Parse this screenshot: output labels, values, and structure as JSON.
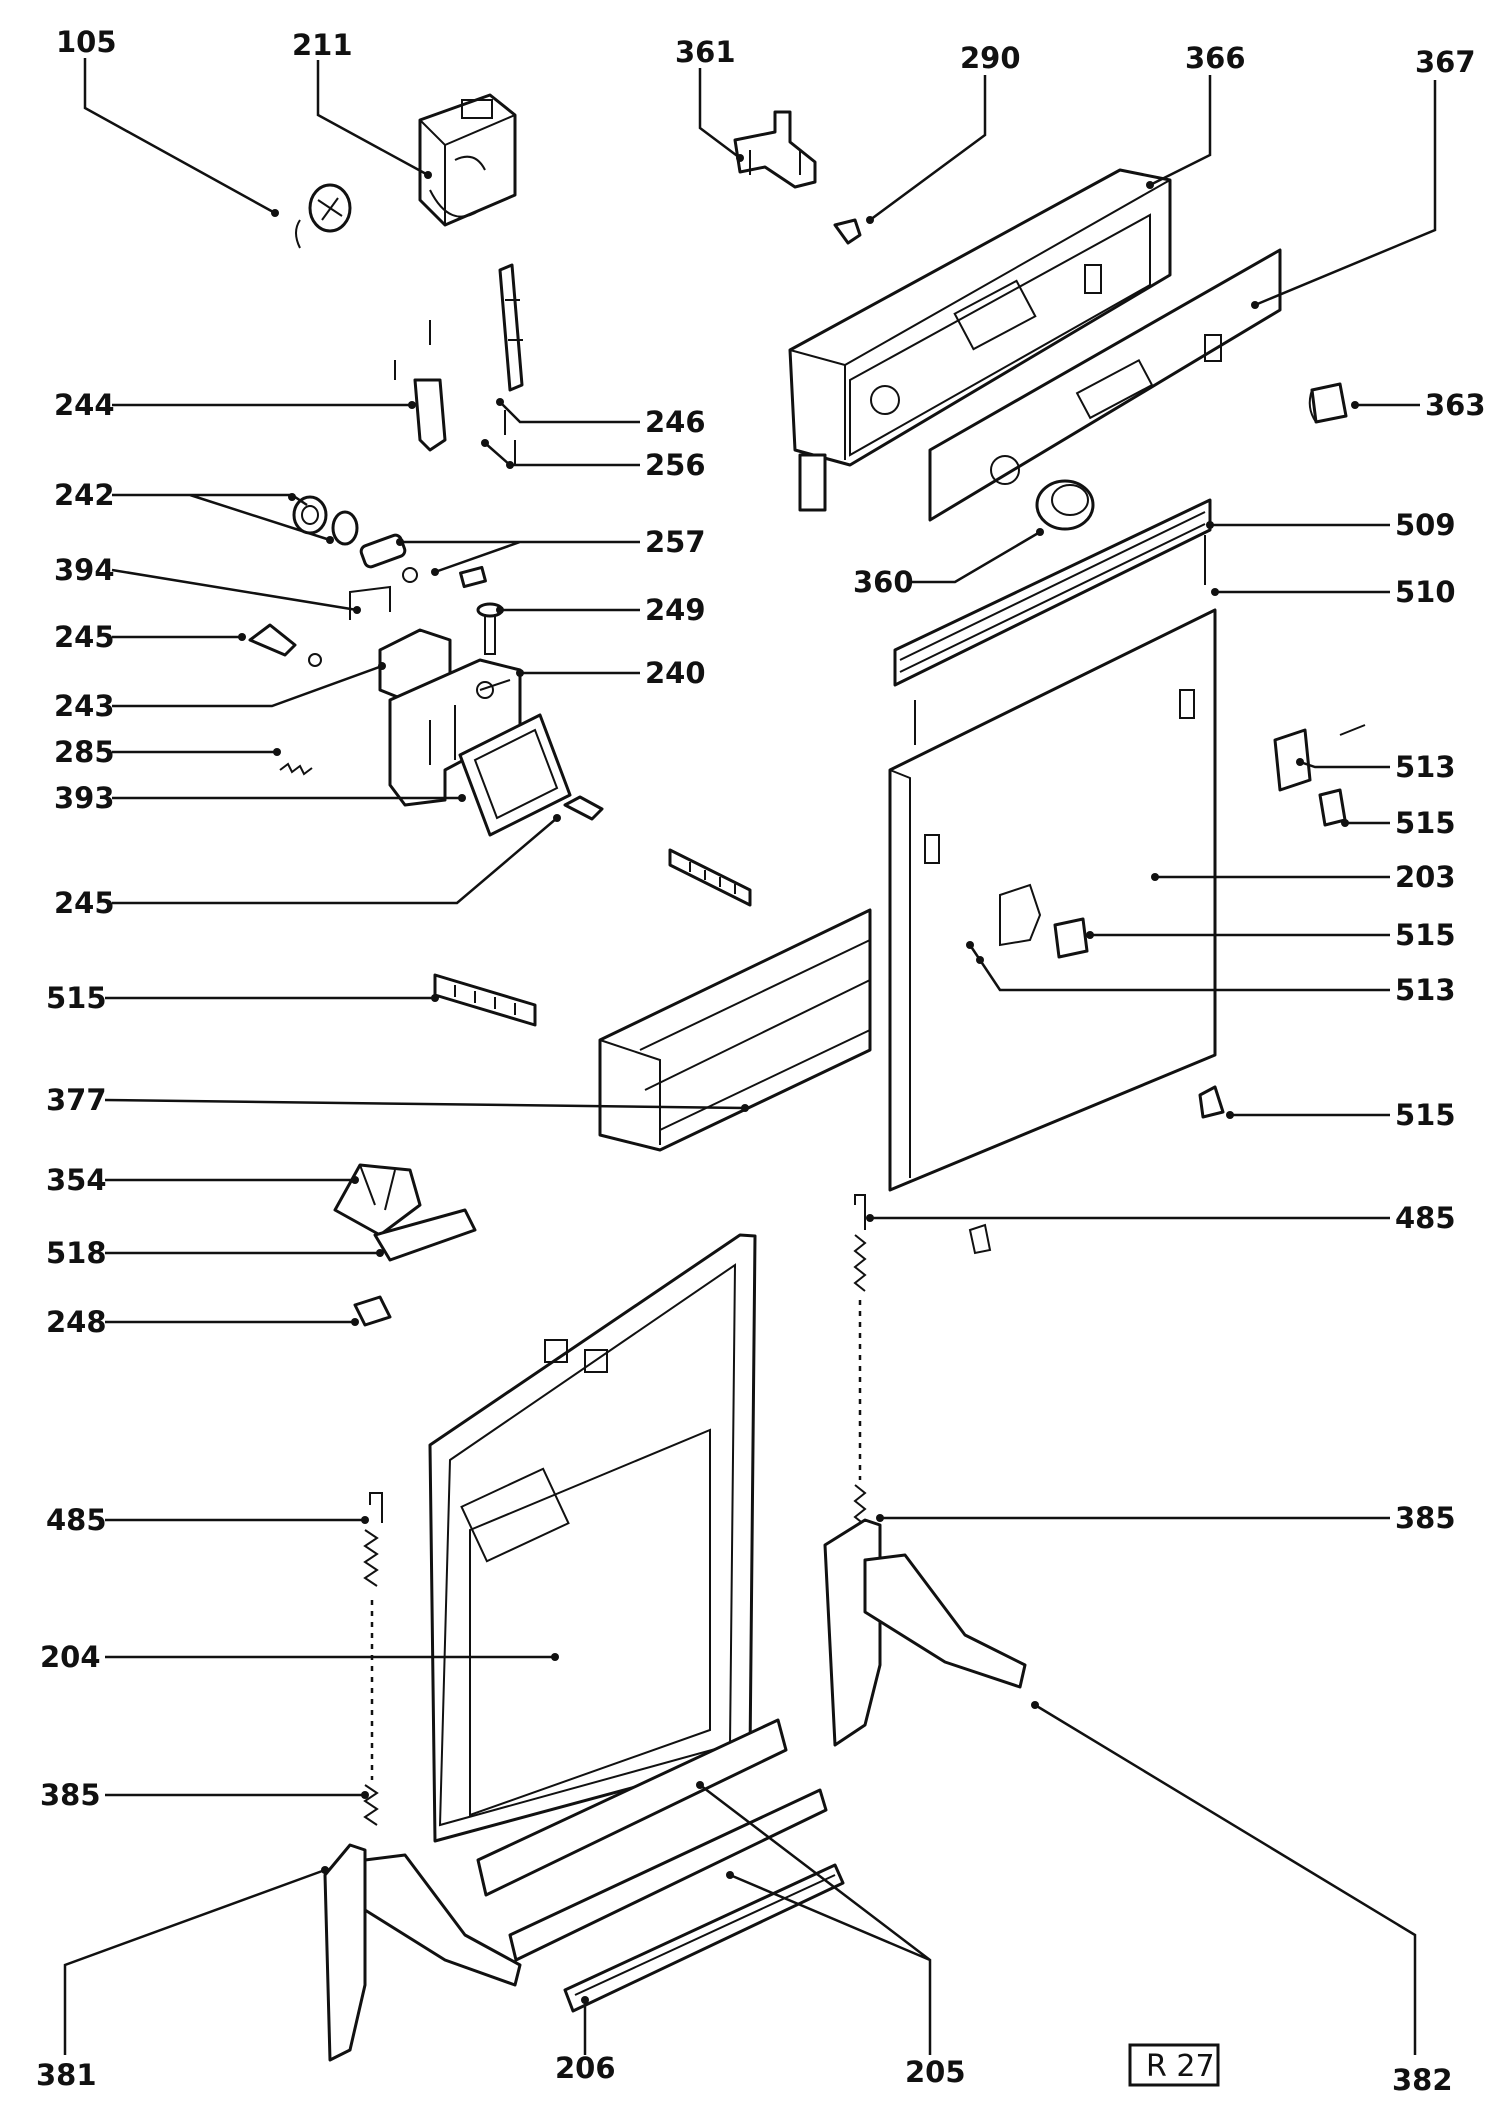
{
  "diagram": {
    "reference": "R 27",
    "labels": [
      {
        "id": "105",
        "text": "105"
      },
      {
        "id": "211",
        "text": "211"
      },
      {
        "id": "361",
        "text": "361"
      },
      {
        "id": "290",
        "text": "290"
      },
      {
        "id": "366",
        "text": "366"
      },
      {
        "id": "367",
        "text": "367"
      },
      {
        "id": "244",
        "text": "244"
      },
      {
        "id": "246",
        "text": "246"
      },
      {
        "id": "256",
        "text": "256"
      },
      {
        "id": "363",
        "text": "363"
      },
      {
        "id": "242",
        "text": "242"
      },
      {
        "id": "257",
        "text": "257"
      },
      {
        "id": "360",
        "text": "360"
      },
      {
        "id": "509",
        "text": "509"
      },
      {
        "id": "394",
        "text": "394"
      },
      {
        "id": "249",
        "text": "249"
      },
      {
        "id": "510",
        "text": "510"
      },
      {
        "id": "245a",
        "text": "245"
      },
      {
        "id": "240",
        "text": "240"
      },
      {
        "id": "243",
        "text": "243"
      },
      {
        "id": "285",
        "text": "285"
      },
      {
        "id": "513a",
        "text": "513"
      },
      {
        "id": "393",
        "text": "393"
      },
      {
        "id": "515a",
        "text": "515"
      },
      {
        "id": "203",
        "text": "203"
      },
      {
        "id": "245b",
        "text": "245"
      },
      {
        "id": "515b",
        "text": "515"
      },
      {
        "id": "515c",
        "text": "515"
      },
      {
        "id": "513b",
        "text": "513"
      },
      {
        "id": "377",
        "text": "377"
      },
      {
        "id": "515d",
        "text": "515"
      },
      {
        "id": "354",
        "text": "354"
      },
      {
        "id": "485a",
        "text": "485"
      },
      {
        "id": "518",
        "text": "518"
      },
      {
        "id": "248",
        "text": "248"
      },
      {
        "id": "485b",
        "text": "485"
      },
      {
        "id": "385a",
        "text": "385"
      },
      {
        "id": "204",
        "text": "204"
      },
      {
        "id": "385b",
        "text": "385"
      },
      {
        "id": "381",
        "text": "381"
      },
      {
        "id": "206",
        "text": "206"
      },
      {
        "id": "205",
        "text": "205"
      },
      {
        "id": "382",
        "text": "382"
      }
    ]
  }
}
